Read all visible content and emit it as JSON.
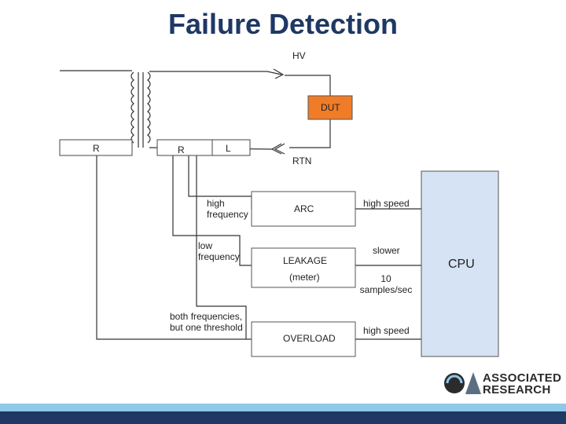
{
  "title": "Failure Detection",
  "labels": {
    "hv": "HV",
    "dut": "DUT",
    "rtn": "RTN",
    "r_left": "R",
    "r_mid": "R",
    "l": "L",
    "high_frequency": "high frequency",
    "low_frequency": "low frequency",
    "both_frequencies": "both frequencies, but one threshold",
    "arc": "ARC",
    "leakage": "LEAKAGE",
    "meter": "(meter)",
    "overload": "OVERLOAD",
    "high_speed_top": "high speed",
    "slower": "slower",
    "samples": "10 samples/sec",
    "high_speed_bottom": "high speed",
    "cpu": "CPU"
  },
  "logo": {
    "line1": "ASSOCIATED",
    "line2": "RESEARCH"
  },
  "colors": {
    "title": "#1f3864",
    "dut_fill": "#f07c28",
    "cpu_fill": "#d6e3f5",
    "band_light": "#8fc8e8",
    "band_dark": "#1f3864"
  },
  "icons": [
    "transformer-coil-icon",
    "connector-arrow-icon",
    "associated-research-logo-icon"
  ]
}
